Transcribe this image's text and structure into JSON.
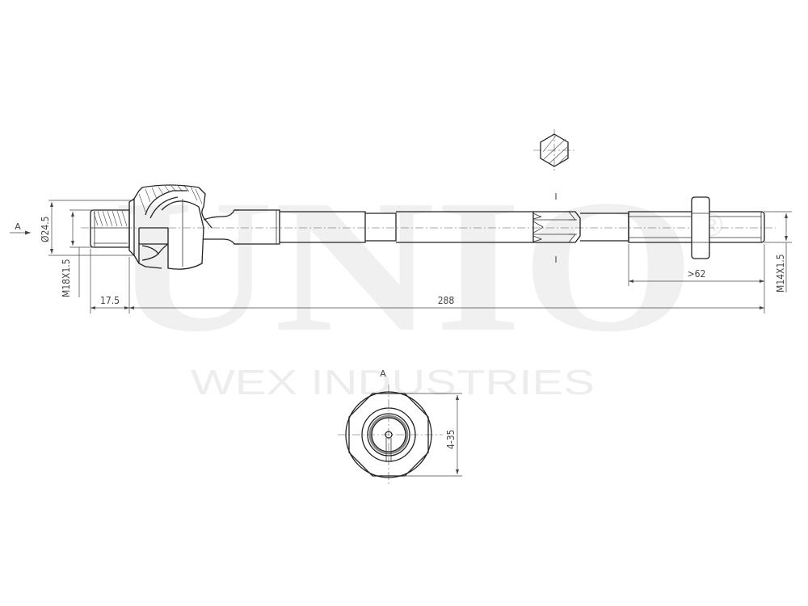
{
  "watermark": {
    "brand": "UNIO",
    "registered": "®",
    "company": "WEX INDUSTRIES"
  },
  "drawing": {
    "part": "inner tie rod",
    "views": [
      "side-view",
      "end-view-A",
      "hex-section"
    ],
    "view_marker": "A",
    "section_marks": [
      "I",
      "I"
    ]
  },
  "dimensions": {
    "left_diameter": "Ø24.5",
    "left_thread": "M18X1.5",
    "left_thread_length": "17.5",
    "overall_length": "288",
    "right_thread_length": ">62",
    "right_thread": "M14X1.5",
    "end_view_flats": "4-35"
  },
  "colors": {
    "line": "#222222",
    "dimension": "#444444",
    "watermark": "#f0f0f0",
    "background": "#ffffff"
  }
}
